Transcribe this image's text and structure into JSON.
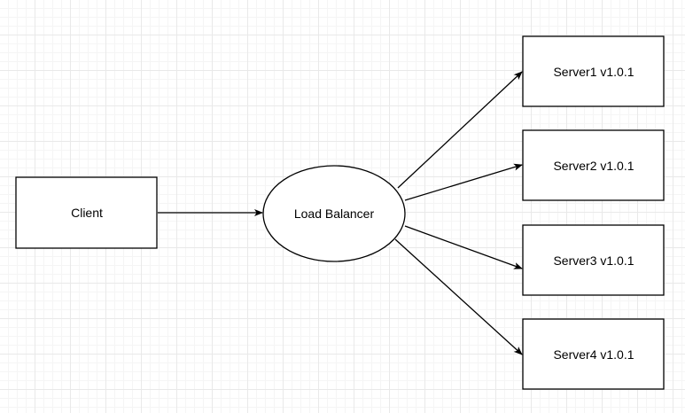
{
  "diagram": {
    "client": {
      "label": "Client"
    },
    "load_balancer": {
      "label": "Load Balancer"
    },
    "servers": [
      {
        "label": "Server1 v1.0.1"
      },
      {
        "label": "Server2 v1.0.1"
      },
      {
        "label": "Server3 v1.0.1"
      },
      {
        "label": "Server4 v1.0.1"
      }
    ]
  }
}
